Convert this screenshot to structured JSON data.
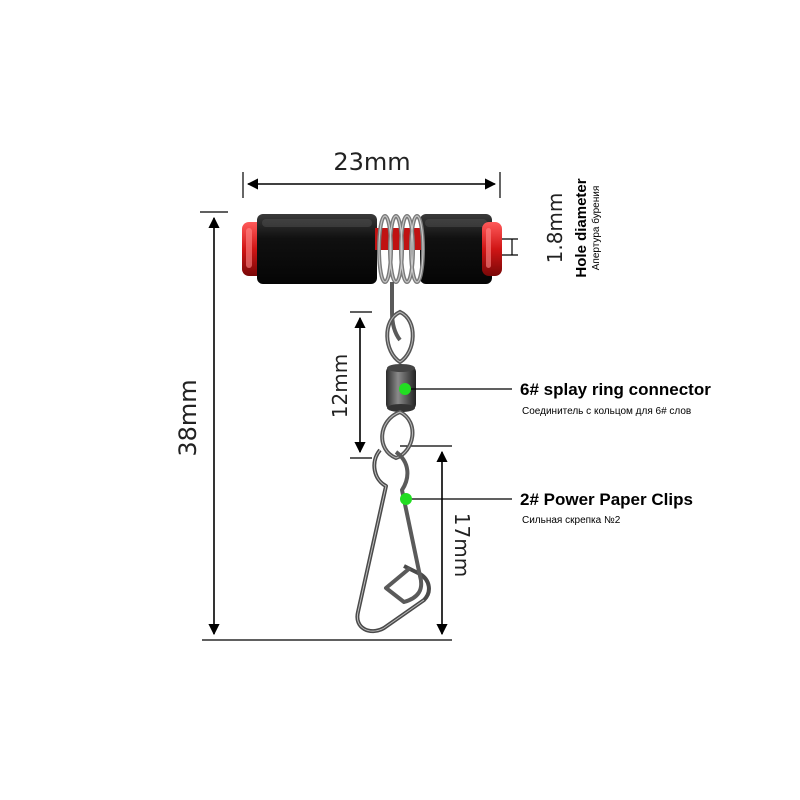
{
  "dimensions": {
    "width": "23mm",
    "height": "38mm",
    "swivel": "12mm",
    "clip": "17mm",
    "hole": "1.8mm"
  },
  "hole_label": {
    "title": "Hole diameter",
    "subtitle": "Апертура бурения"
  },
  "callouts": [
    {
      "title": "6# splay ring connector",
      "subtitle": "Соединитель с кольцом для 6# слов"
    },
    {
      "title": "2# Power Paper Clips",
      "subtitle": "Сильная скрепка №2"
    }
  ],
  "colors": {
    "marker": "#22dd22",
    "tube": "#0d0d0d",
    "end_cap": "#d01515",
    "metal": "#6e6e6e"
  }
}
